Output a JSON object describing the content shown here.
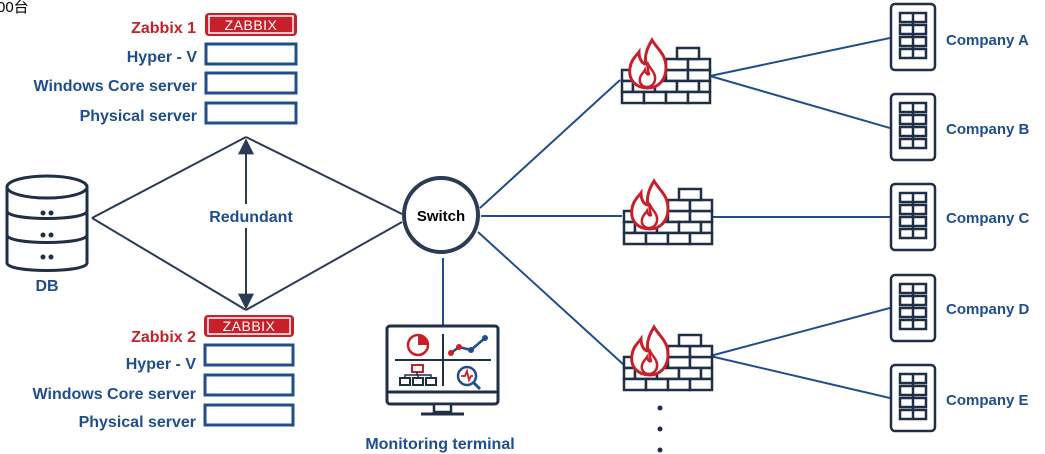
{
  "corner_text": "00台",
  "colors": {
    "navy": "#1f4e8c",
    "red": "#c8202a",
    "line": "#2b3a55",
    "brick": "#1f2f45"
  },
  "zabbix1": {
    "name": "Zabbix 1",
    "logo": "ZABBIX",
    "rows": [
      "Hyper - V",
      "Windows Core server",
      "Physical server"
    ]
  },
  "zabbix2": {
    "name": "Zabbix 2",
    "logo": "ZABBIX",
    "rows": [
      "Hyper - V",
      "Windows Core server",
      "Physical server"
    ]
  },
  "redundant": "Redundant",
  "db": {
    "label": "DB",
    "icon": "database-icon"
  },
  "switch": {
    "label": "Switch"
  },
  "monitor": {
    "label": "Monitoring terminal",
    "icon": "monitor-dashboard-icon"
  },
  "firewall_icon": "firewall-icon",
  "server_icon": "server-rack-icon",
  "companies": [
    "Company A",
    "Company B",
    "Company C",
    "Company D",
    "Company E"
  ]
}
